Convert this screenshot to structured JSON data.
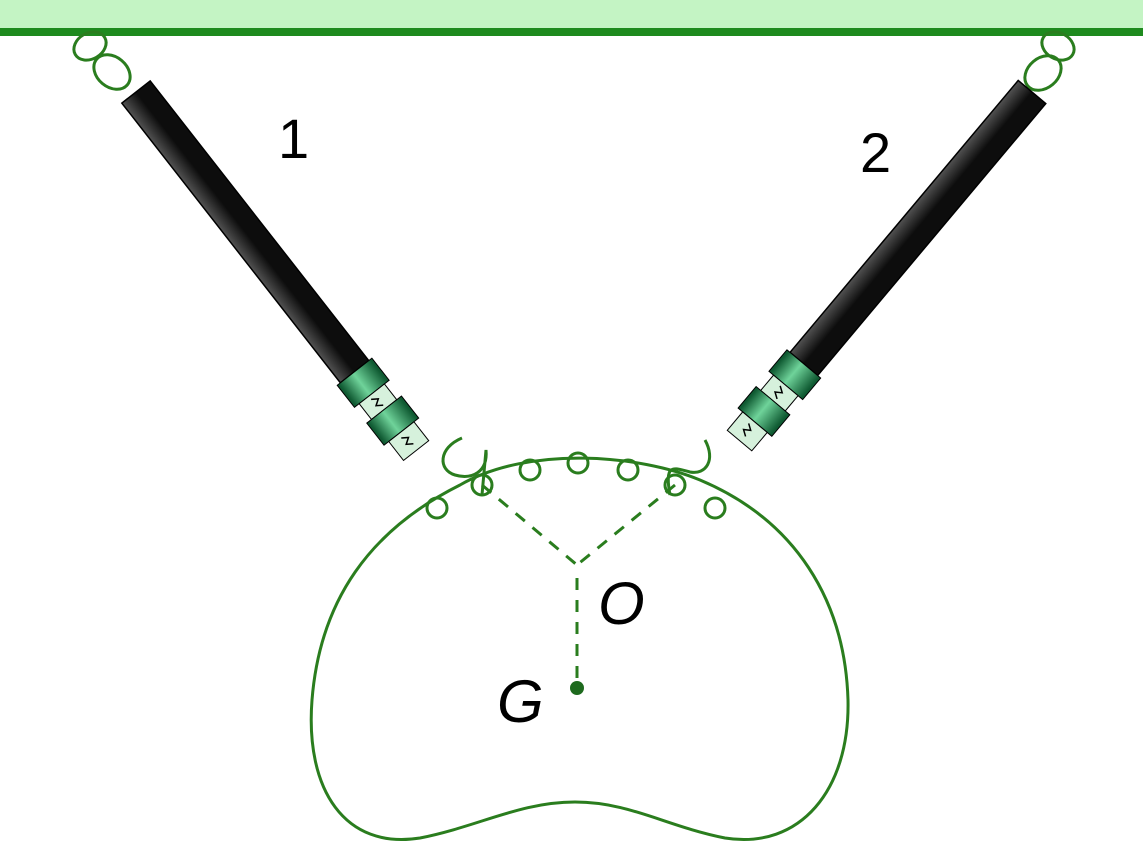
{
  "labels": {
    "strap1": "1",
    "strap2": "2",
    "point_o": "O",
    "point_g": "G"
  },
  "colors": {
    "ceiling_fill": "#c4f4c4",
    "ceiling_line": "#1e8a1e",
    "string": "#2a7d1e",
    "cylinder_dark": "#0d0d0d",
    "cylinder_light": "#ffffff",
    "band_green": "#1b8a4e",
    "band_light": "#d6f1dc"
  },
  "icons": [
    "hook-loop-icon",
    "strap-cylinder-icon",
    "spring-clip-icon"
  ]
}
